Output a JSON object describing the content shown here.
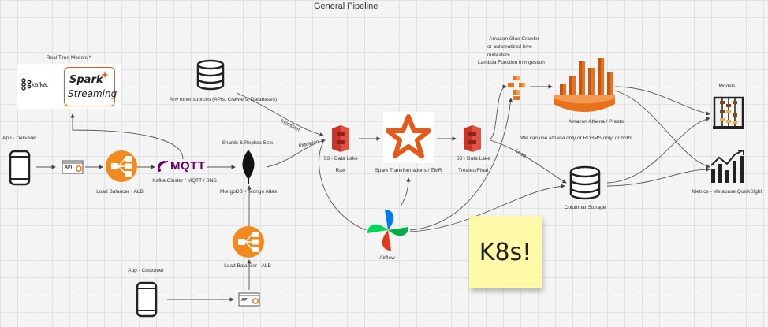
{
  "title": "General Pipeline",
  "labels": {
    "realtime": "Real Time Models *",
    "kafka": "kafka.",
    "spark_top": "Spark",
    "spark_bottom": "Streaming",
    "app_deliverer": "App - Deliverer",
    "api": "API",
    "lb_alb_1": "Load Balancer - ALB",
    "mqtt": "MQTT",
    "kafka_cluster": "Kafka Cluster / MQTT / SNS",
    "other_sources": "Any other sources (APIs, Crawlers, Databases)",
    "shards": "Shards & Replica Sets",
    "mongodb": "MongoDB + Mongo Atlas",
    "lb_alb_2": "Load Balancer - ALB",
    "app_customer": "App - Customer",
    "ingestion_1": "Ingestion",
    "ingestion_2": "Ingestion",
    "s3_raw_top": "S3 - Data Lake",
    "s3_raw_bottom": "Raw",
    "spark_emr": "Spark Transformations / EMR",
    "s3_final_top": "S3 - Data Lake",
    "s3_final_bottom": "Treated/Final",
    "airflow": "Airflow",
    "glue_line1": "Amazon Glue Crawler",
    "glue_line2": "or automatized hive",
    "glue_line3": "metastore",
    "glue_line4": "Lambda Function in ingestion",
    "athena": "Amazon Athena / Presto",
    "athena_note": "We can use Athena only or RDBMS only, or both!",
    "load": "Load",
    "columnar": "Columnar Storage",
    "models": "Models",
    "metrics": "Metrics - Metabase,QuickSight",
    "k8s": "K8s!"
  },
  "icons": [
    "kafka-logo",
    "spark-streaming-logo",
    "phone-icon",
    "api-icon",
    "load-balancer-icon",
    "mqtt-logo",
    "database-icon",
    "mongodb-leaf-icon",
    "s3-bucket-icon",
    "spark-star-icon",
    "airflow-pinwheel-icon",
    "lambda-icon",
    "athena-icon",
    "abacus-icon",
    "bar-chart-icon"
  ],
  "colors": {
    "aws_orange": "#e8721c",
    "s3_red": "#c7352b",
    "spark_orange": "#e25a1c",
    "mqtt_purple": "#660066",
    "sticky": "#fff9a8"
  }
}
